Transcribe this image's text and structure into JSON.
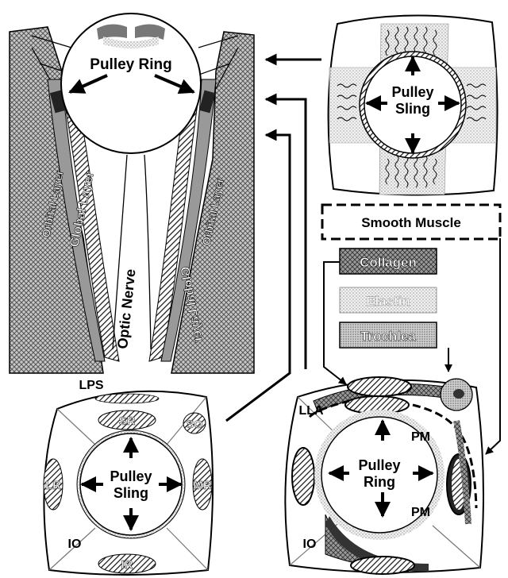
{
  "top_left": {
    "pulley_ring": "Pulley Ring",
    "orbital_layer_left": "Orbital Layer",
    "global_layer_left": "Global Layer",
    "global_layer_right": "Global Layer",
    "orbital_layer_right": "Orbital Layer",
    "optic_nerve": "Optic Nerve"
  },
  "top_right": {
    "pulley_sling": [
      "Pulley",
      "Sling"
    ]
  },
  "legend": {
    "smooth_muscle": "Smooth Muscle",
    "collagen": "Collagen",
    "elastin": "Elastin",
    "trochlea": "Trochlea"
  },
  "bottom_left": {
    "lps": "LPS",
    "sr": "SR",
    "so": "SO",
    "lr": "LR",
    "mr": "MR",
    "ir": "IR",
    "io": "IO",
    "pulley_sling": [
      "Pulley",
      "Sling"
    ]
  },
  "bottom_right": {
    "lla": "LLA",
    "pm_top": "PM",
    "pm_bottom": "PM",
    "io": "IO",
    "pulley_ring": [
      "Pulley",
      "Ring"
    ]
  }
}
